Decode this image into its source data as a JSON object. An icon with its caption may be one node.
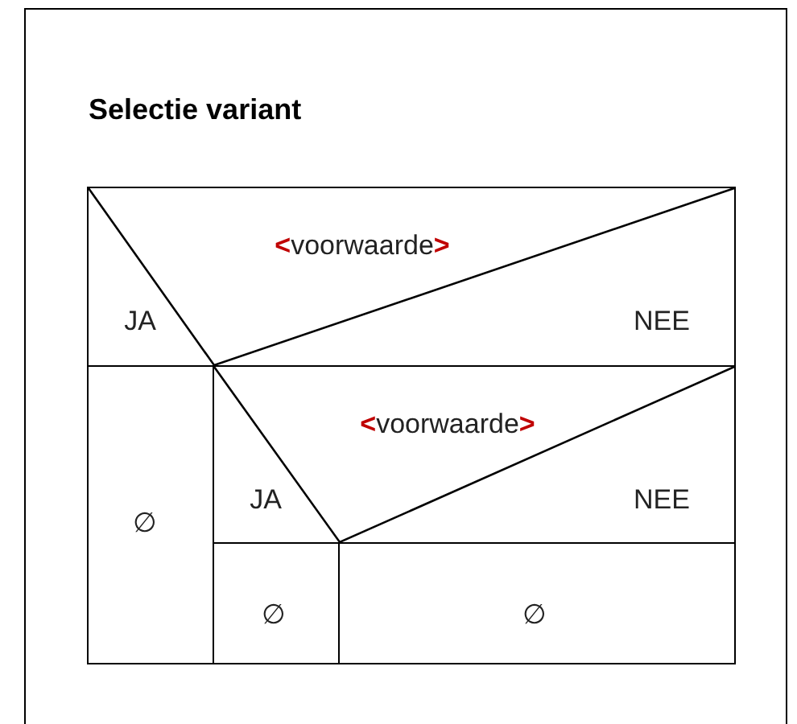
{
  "diagram": {
    "title": "Selectie variant",
    "nodes": [
      {
        "text": [
          "<voorwaarde>",
          "JA",
          "NEE"
        ]
      },
      {
        "text": [
          "∅"
        ]
      },
      {
        "text": [
          "<voorwaarde>",
          "JA",
          "NEE"
        ]
      },
      {
        "text": [
          "∅"
        ]
      },
      {
        "text": [
          "∅"
        ]
      }
    ]
  }
}
